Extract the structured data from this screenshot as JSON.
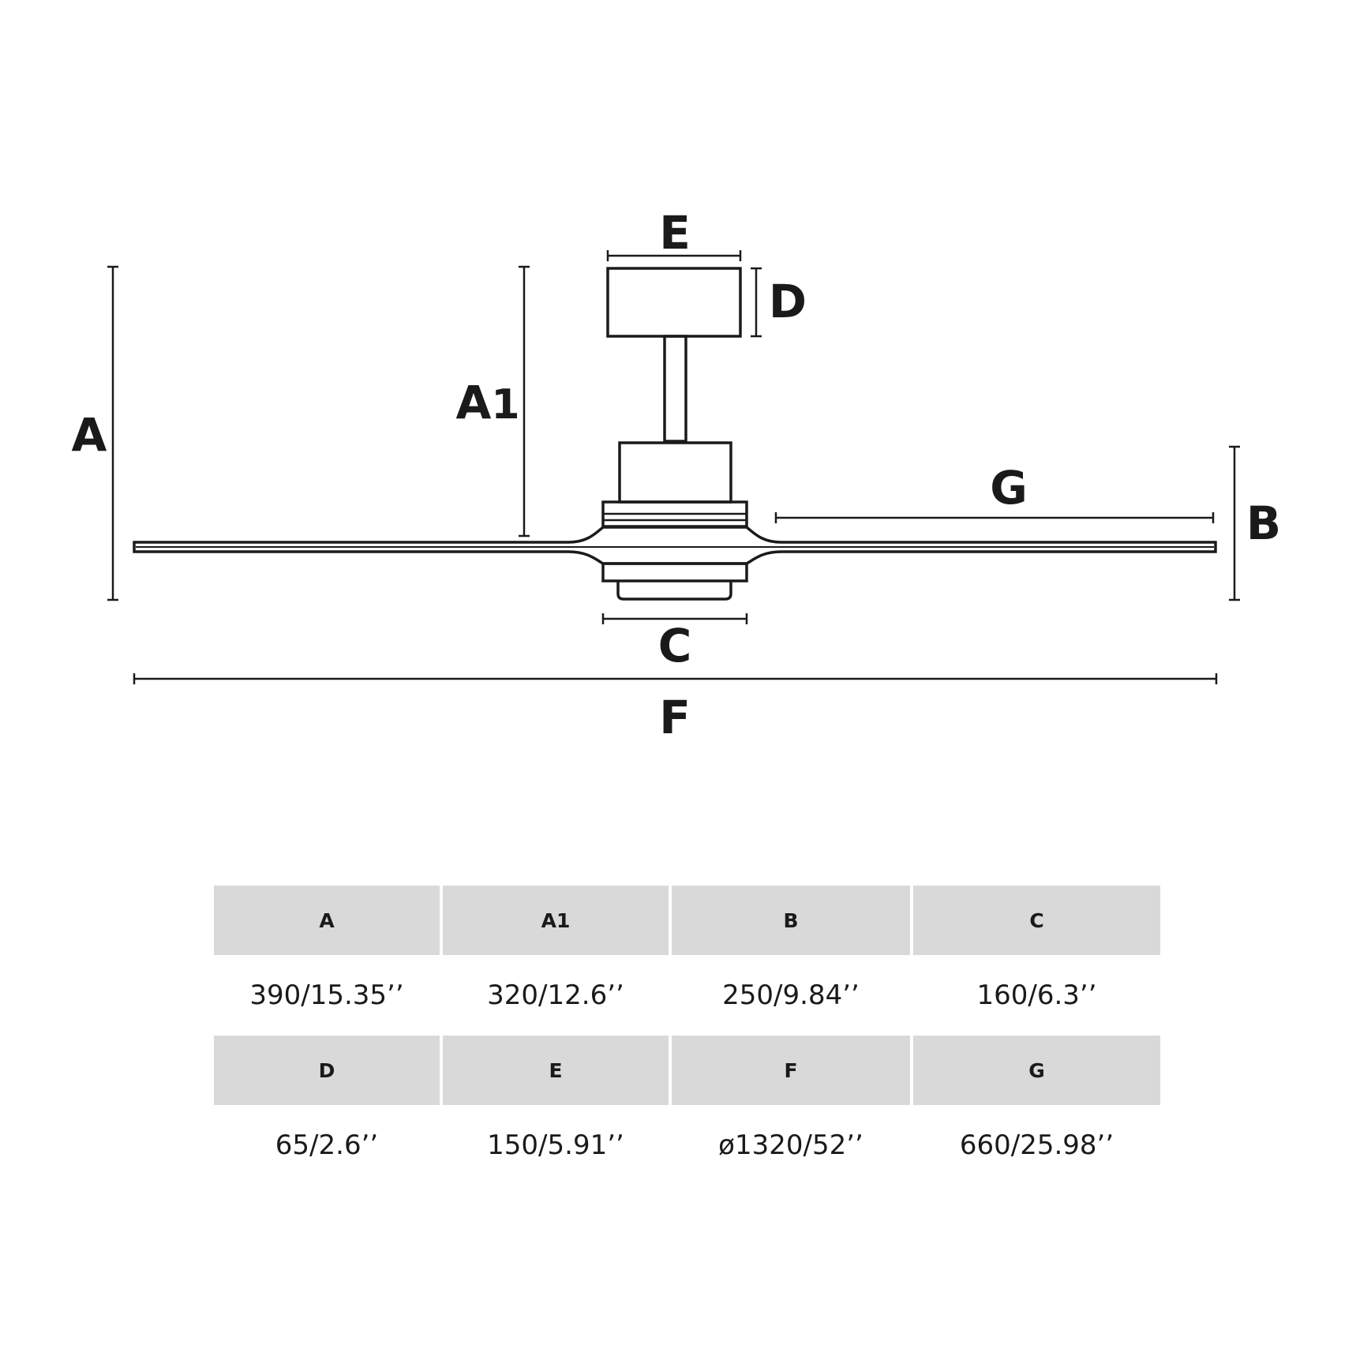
{
  "diagram": {
    "labels": {
      "A": "A",
      "A1_main": "A",
      "A1_sub": "1",
      "B": "B",
      "C": "C",
      "D": "D",
      "E": "E",
      "F": "F",
      "G": "G"
    }
  },
  "table": {
    "rows": [
      {
        "headers": [
          "A",
          "A1",
          "B",
          "C"
        ],
        "values": [
          "390/15.35’’",
          "320/12.6’’",
          "250/9.84’’",
          "160/6.3’’"
        ]
      },
      {
        "headers": [
          "D",
          "E",
          "F",
          "G"
        ],
        "values": [
          "65/2.6’’",
          "150/5.91’’",
          "ø1320/52’’",
          "660/25.98’’"
        ]
      }
    ]
  }
}
